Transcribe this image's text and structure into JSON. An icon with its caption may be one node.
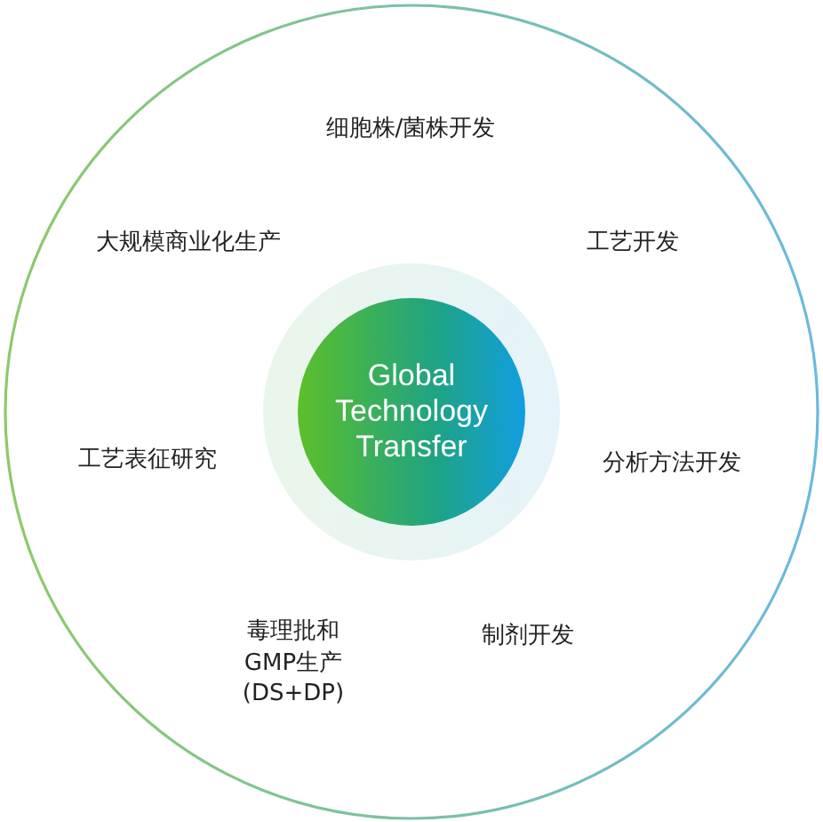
{
  "diagram": {
    "nodes": [
      {
        "text": [],
        "shape": "circle"
      },
      {
        "text": [
          "Global Technology Transfer"
        ],
        "in": 0
      }
    ],
    "labels": [
      "细胞株/菌株开发",
      "大规模商业化生产",
      "工艺开发",
      "工艺表征研究",
      "分析方法开发",
      "毒理批和GMP生产(DS+DP)",
      "制剂开发"
    ]
  }
}
